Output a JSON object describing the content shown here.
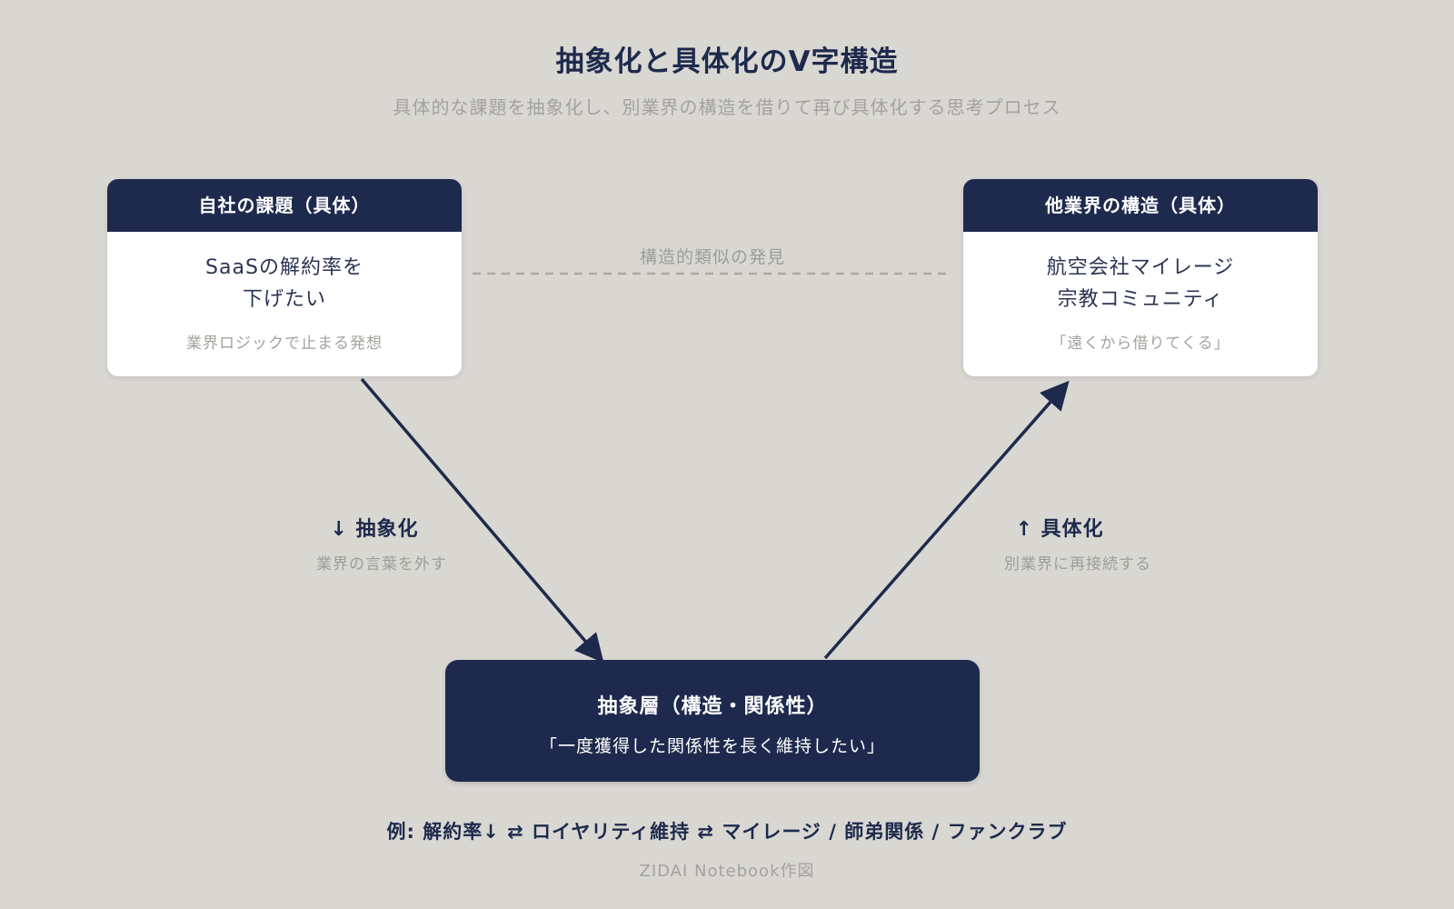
{
  "page": {
    "title": "抽象化と具体化のV字構造",
    "subtitle": "具体的な課題を抽象化し、別業界の構造を借りて再び具体化する思考プロセス",
    "example": "例: 解約率↓ ⇄ ロイヤリティ維持 ⇄ マイレージ / 師弟関係 / ファンクラブ",
    "footer": "ZIDAI Notebook作図"
  },
  "left_box": {
    "header": "自社の課題（具体）",
    "body_line1": "SaaSの解約率を",
    "body_line2": "下げたい",
    "note": "業界ロジックで止まる発想"
  },
  "right_box": {
    "header": "他業界の構造（具体）",
    "body_line1": "航空会社マイレージ",
    "body_line2": "宗教コミュニティ",
    "note": "「遠くから借りてくる」"
  },
  "bottom_box": {
    "header": "抽象層（構造・関係性）",
    "body": "「一度獲得した関係性を長く維持したい」"
  },
  "connections": {
    "similarity_label": "構造的類似の発見",
    "abstraction_label": "↓ 抽象化",
    "abstraction_note": "業界の言葉を外す",
    "concretization_label": "↑ 具体化",
    "concretization_note": "別業界に再接続する"
  },
  "colors": {
    "background": "#d9d7d2",
    "navy": "#1e2a4d",
    "muted_gray": "#9d9d98",
    "card_white": "#ffffff"
  }
}
